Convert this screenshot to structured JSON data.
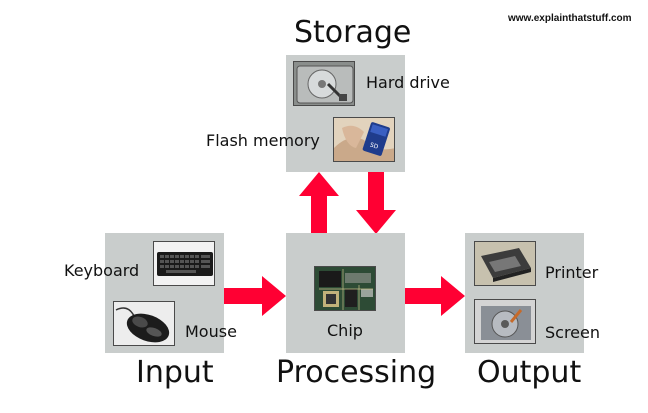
{
  "site_url": "www.explainthatstuff.com",
  "groups": {
    "storage": {
      "title": "Storage",
      "items": [
        "Hard drive",
        "Flash memory"
      ]
    },
    "input": {
      "title": "Input",
      "items": [
        "Keyboard",
        "Mouse"
      ]
    },
    "processing": {
      "title": "Processing",
      "items": [
        "Chip"
      ]
    },
    "output": {
      "title": "Output",
      "items": [
        "Printer",
        "Screen"
      ]
    }
  },
  "icons": {
    "hard_drive": "hard-drive-photo-icon",
    "flash_memory": "sd-card-photo-icon",
    "keyboard": "keyboard-photo-icon",
    "mouse": "mouse-photo-icon",
    "chip": "chip-board-photo-icon",
    "printer": "printer-photo-icon",
    "screen": "screen-photo-icon"
  },
  "colors": {
    "arrow": "#ff0033",
    "panel": "#c9cdcc",
    "text": "#111111"
  }
}
